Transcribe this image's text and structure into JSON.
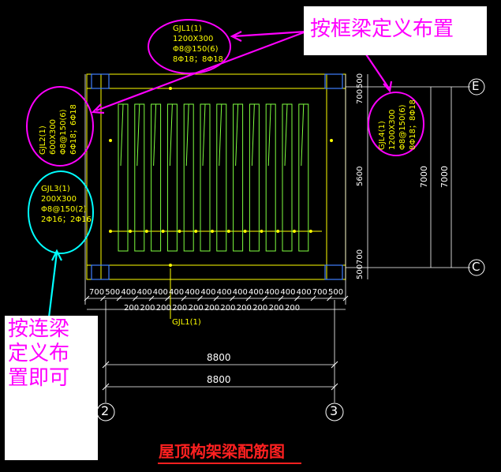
{
  "drawing": {
    "title": "屋顶构架梁配筋图",
    "grid_labels": {
      "top": "E",
      "bottom": "C",
      "left": "2",
      "right": "3"
    },
    "beam_labels": {
      "gjl1_top": [
        "GJL1(1)",
        "1200X300",
        "Φ8@150(6)",
        "8Φ18；8Φ18"
      ],
      "gjl2": [
        "GJL2(1)",
        "600X300",
        "Φ8@150(6)",
        "6Φ18；6Φ18"
      ],
      "gjl3": [
        "GJL3(1)",
        "200X300",
        "Φ8@150(2)",
        "2Φ16；2Φ16"
      ],
      "gjl4": [
        "GJL4(1)",
        "1200X300",
        "Φ8@150(6)",
        "8Φ18；8Φ18"
      ],
      "gjl1_bottom": "GJL1(1)"
    },
    "dims_bottom_row1": [
      "700",
      "500",
      "400",
      "400",
      "400",
      "400",
      "400",
      "400",
      "400",
      "400",
      "400",
      "400",
      "400",
      "400",
      "700",
      "500"
    ],
    "dims_bottom_row2": [
      "200",
      "200",
      "200",
      "200",
      "200",
      "200",
      "200",
      "200",
      "200",
      "200",
      "200"
    ],
    "dims_total_1": "8800",
    "dims_total_2": "8800",
    "dims_right_chain": [
      "500",
      "700",
      "5600",
      "700",
      "500"
    ],
    "dims_right_total_1": "7000",
    "dims_right_total_2": "7000"
  },
  "annotations": {
    "frame_beam_note": "按框梁定义布置",
    "link_beam_note_lines": [
      "按连梁",
      "定义布",
      "置即可"
    ]
  },
  "colors": {
    "background": "#000000",
    "frame_beam": "#ffff00",
    "purlins": "#7fff3f",
    "dimension": "#ffffff",
    "callout_magenta": "#ff00ff",
    "callout_cyan": "#00ffff",
    "title_red": "#ff2020"
  }
}
